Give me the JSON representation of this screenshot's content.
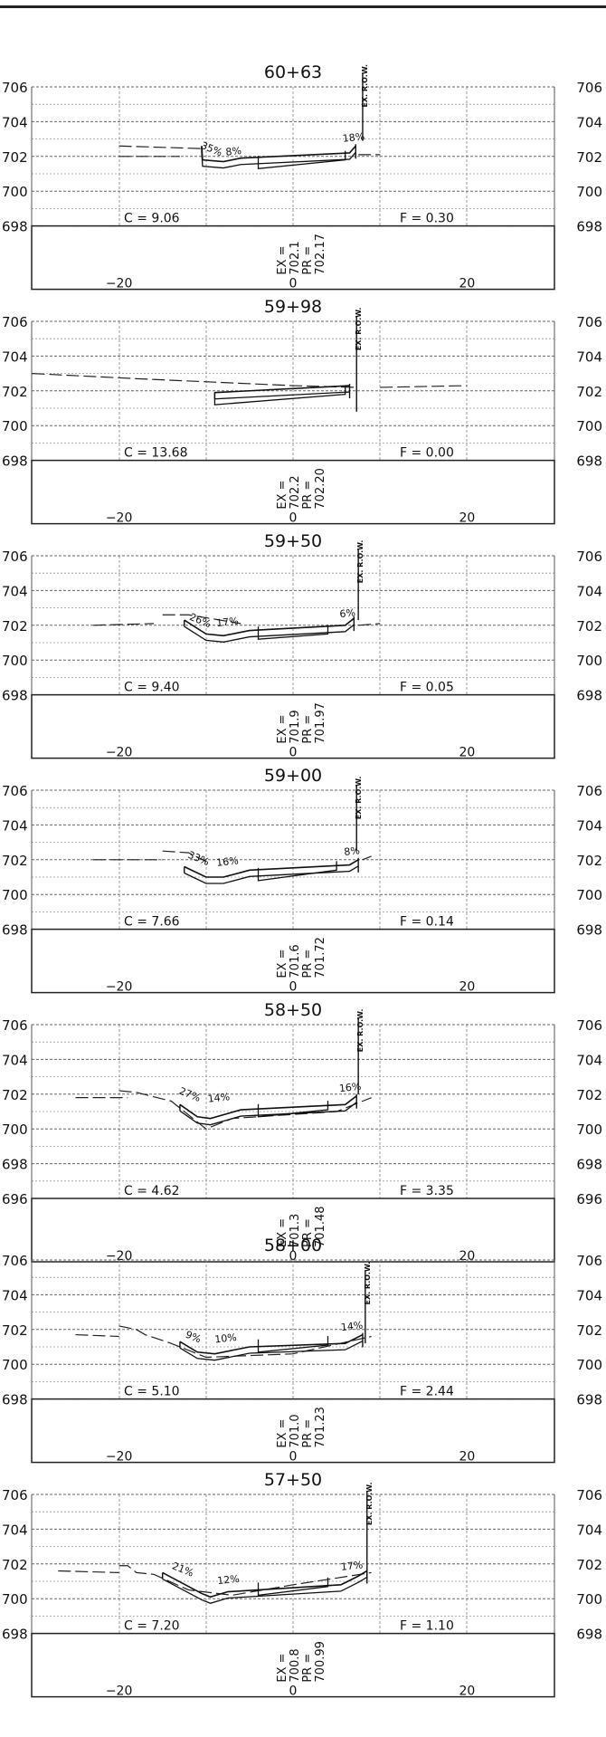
{
  "drawing": {
    "row_label": "EX. R.O.W.",
    "x_tick_labels": [
      "−20",
      "0",
      "20"
    ],
    "sections": [
      {
        "station": "60+63",
        "elevation_labels": [
          "706",
          "704",
          "702",
          "700",
          "698"
        ],
        "cut": "C = 9.06",
        "fill": "F = 0.30",
        "ex": "EX =",
        "ex_value": "702.1",
        "pr": "PR =",
        "pr_value": "702.17",
        "slope_labels": [
          "35%",
          "8%",
          "18%"
        ]
      },
      {
        "station": "59+98",
        "elevation_labels": [
          "706",
          "704",
          "702",
          "700",
          "698"
        ],
        "cut": "C = 13.68",
        "fill": "F = 0.00",
        "ex": "EX =",
        "ex_value": "702.2",
        "pr": "PR =",
        "pr_value": "702.20",
        "slope_labels": []
      },
      {
        "station": "59+50",
        "elevation_labels": [
          "706",
          "704",
          "702",
          "700",
          "698"
        ],
        "cut": "C = 9.40",
        "fill": "F = 0.05",
        "ex": "EX =",
        "ex_value": "701.9",
        "pr": "PR =",
        "pr_value": "701.97",
        "slope_labels": [
          "26%",
          "17%",
          "6%"
        ]
      },
      {
        "station": "59+00",
        "elevation_labels": [
          "706",
          "704",
          "702",
          "700",
          "698"
        ],
        "cut": "C = 7.66",
        "fill": "F = 0.14",
        "ex": "EX =",
        "ex_value": "701.6",
        "pr": "PR =",
        "pr_value": "701.72",
        "slope_labels": [
          "33%",
          "16%",
          "8%"
        ]
      },
      {
        "station": "58+50",
        "elevation_labels": [
          "706",
          "704",
          "702",
          "700",
          "698",
          "696"
        ],
        "cut": "C = 4.62",
        "fill": "F = 3.35",
        "ex": "EX =",
        "ex_value": "701.3",
        "pr": "PR =",
        "pr_value": "701.48",
        "slope_labels": [
          "27%",
          "14%",
          "16%"
        ]
      },
      {
        "station": "58+00",
        "elevation_labels": [
          "706",
          "704",
          "702",
          "700",
          "698"
        ],
        "cut": "C = 5.10",
        "fill": "F = 2.44",
        "ex": "EX =",
        "ex_value": "701.0",
        "pr": "PR =",
        "pr_value": "701.23",
        "slope_labels": [
          "9%",
          "10%",
          "14%"
        ]
      },
      {
        "station": "57+50",
        "elevation_labels": [
          "706",
          "704",
          "702",
          "700",
          "698"
        ],
        "cut": "C = 7.20",
        "fill": "F = 1.10",
        "ex": "EX =",
        "ex_value": "700.8",
        "pr": "PR =",
        "pr_value": "700.99",
        "slope_labels": [
          "21%",
          "12%",
          "17%"
        ]
      }
    ]
  }
}
